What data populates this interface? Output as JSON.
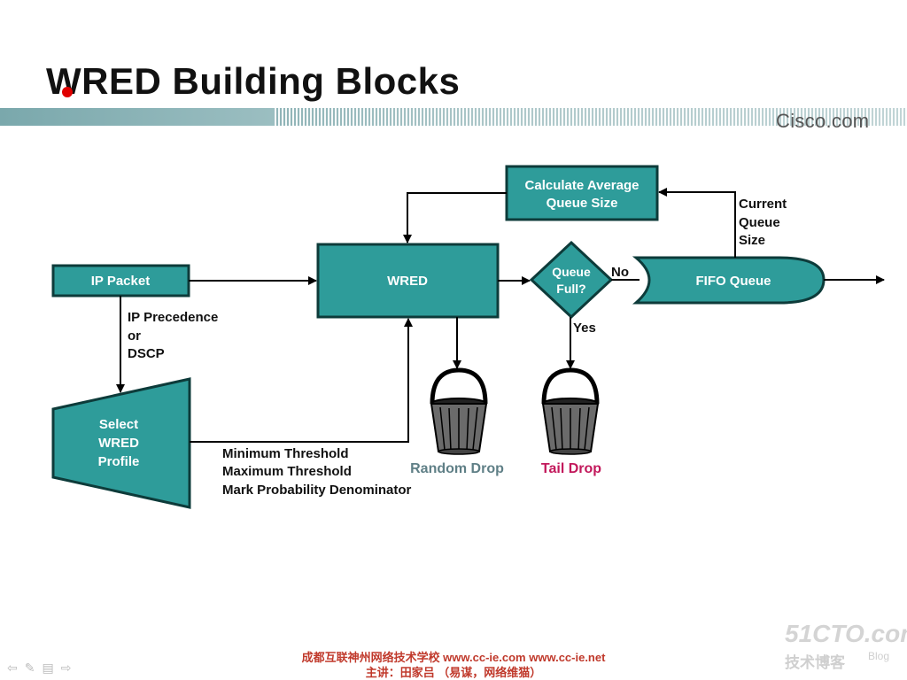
{
  "header": {
    "title": "WRED Building Blocks",
    "brand": "Cisco.com"
  },
  "diagram": {
    "nodes": {
      "ip_packet": "IP Packet",
      "wred": "WRED",
      "calc_avg_line1": "Calculate Average",
      "calc_avg_line2": "Queue Size",
      "queue_full_line1": "Queue",
      "queue_full_line2": "Full?",
      "fifo_queue": "FIFO Queue",
      "select_line1": "Select",
      "select_line2": "WRED",
      "select_line3": "Profile"
    },
    "labels": {
      "ip_precedence": "IP Precedence",
      "or": "or",
      "dscp": "DSCP",
      "no": "No",
      "yes": "Yes",
      "current": "Current",
      "queue": "Queue",
      "size": "Size",
      "min_threshold": "Minimum Threshold",
      "max_threshold": "Maximum Threshold",
      "mark_prob": "Mark Probability Denominator",
      "random_drop": "Random Drop",
      "tail_drop": "Tail Drop"
    },
    "colors": {
      "box_fill": "#2e9c9a",
      "box_stroke": "#0d3b3a",
      "random_drop": "#5f7f86",
      "tail_drop": "#c2185b"
    }
  },
  "footer": {
    "line1": "成都互联神州网络技术学校  www.cc-ie.com www.cc-ie.net",
    "line2": "主讲：田家吕 （易谋，网络维猫）"
  },
  "watermark": {
    "site": "51CTO.com",
    "sub": "技术博客",
    "blog": "Blog"
  },
  "nav": {
    "icons": [
      "prev-arrow-icon",
      "pen-icon",
      "menu-icon",
      "next-arrow-icon"
    ]
  }
}
